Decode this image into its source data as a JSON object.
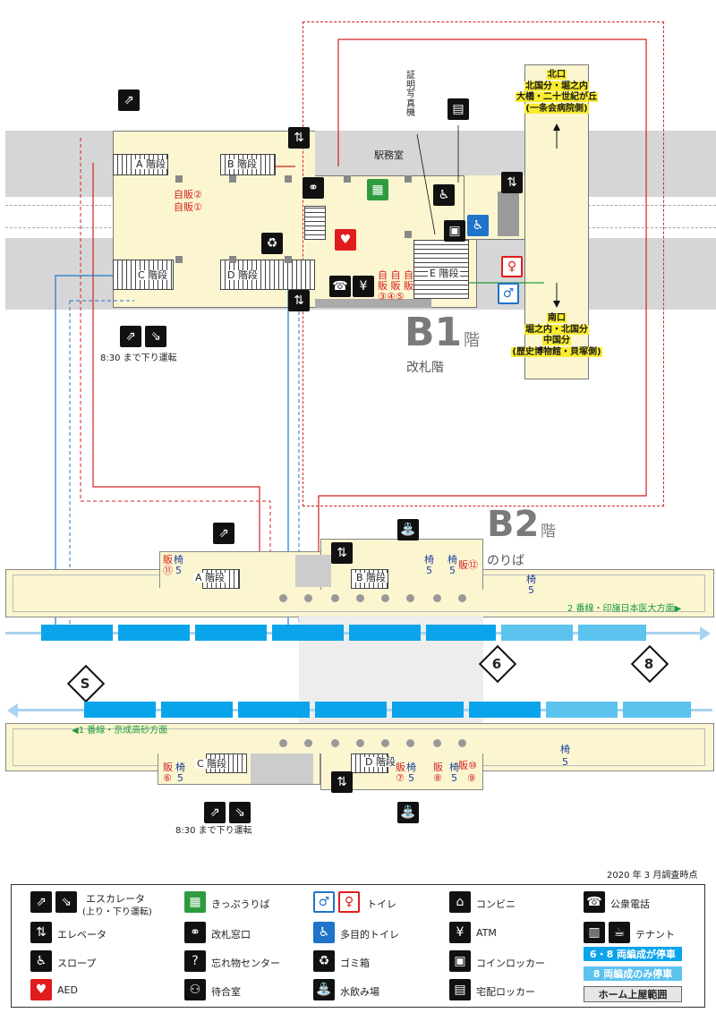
{
  "colors": {
    "concourse": "#fbf6d0",
    "track_band": "#d6d6d6",
    "car_6_8": "#0aa4ea",
    "car_8_only": "#5cc2ee",
    "red_route": "#d42020",
    "blue_route": "#1f78c8",
    "green": "#1c9b3c"
  },
  "b1": {
    "floor_num": "B1",
    "floor_unit": "階",
    "floor_name": "改札階",
    "stairs": {
      "a": "A 階段",
      "b": "B 階段",
      "c": "C 階段",
      "d": "D 階段",
      "e": "E 階段"
    },
    "ekimushitsu": "駅務室",
    "photo_booth": "証明写真機",
    "vend_1_2": [
      "自販②",
      "自販①"
    ],
    "vend_345_top": "自 自 自",
    "vend_345_mid": "販 販 販",
    "vend_345_num": "③④⑤",
    "escalator_note": "8:30 まで下り運転",
    "north_exit": {
      "title": "北口",
      "lines": [
        "北国分・堀之内",
        "大橋・二十世紀が丘",
        "(一条会病院側)"
      ]
    },
    "south_exit": {
      "title": "南口",
      "lines": [
        "堀之内・北国分",
        "中国分",
        "(歴史博物館・貝塚側)"
      ]
    }
  },
  "b2": {
    "floor_num": "B2",
    "floor_unit": "階",
    "floor_name": "のりば",
    "stair_a": "A 階段",
    "stair_b": "B 階段",
    "stair_c": "C 階段",
    "stair_d": "D 階段",
    "line2_label": "2 番線・印旛日本医大方面▶",
    "line1_label": "◀1 番線・京成高砂方面",
    "escalator_note": "8:30 まで下り運転",
    "platform_top": {
      "han11": "販",
      "han11n": "⑪",
      "isu1": "椅",
      "isu1n": "5",
      "isu2": "椅",
      "isu2n": "5",
      "isu3": "椅",
      "isu3n": "5",
      "han12": "販⑫",
      "isu4": "椅",
      "isu4n": "5"
    },
    "platform_bottom": {
      "han6": "販",
      "han6n": "⑥",
      "isuA": "椅",
      "isuAn": "5",
      "han7": "販",
      "han7n": "⑦",
      "isuB": "椅",
      "isuBn": "5",
      "han8": "販",
      "han8n": "⑧",
      "isuC": "椅",
      "isuCn": "5",
      "han10": "販⑩",
      "han9": "⑨",
      "isuD": "椅",
      "isuDn": "5"
    },
    "stop_6": "6",
    "stop_8": "8",
    "stop_s": "S"
  },
  "legend": {
    "survey_date": "2020 年 3 月調査時点",
    "escalator": "エスカレータ",
    "escalator_sub": "(上り・下り運転)",
    "elevator": "エレベータ",
    "slope": "スロープ",
    "aed": "AED",
    "ticket": "きっぷうりば",
    "gate": "改札窓口",
    "lost": "忘れ物センター",
    "waiting": "待合室",
    "toilet": "トイレ",
    "mp_toilet": "多目的トイレ",
    "trash": "ゴミ箱",
    "water": "水飲み場",
    "conv": "コンビニ",
    "atm": "ATM",
    "coin_locker": "コインロッカー",
    "delivery_locker": "宅配ロッカー",
    "phone": "公衆電話",
    "tenant": "テナント",
    "bar_6_8": "6・8 両編成が停車",
    "bar_8": "8 両編成のみ停車",
    "bar_roof": "ホーム上屋範囲"
  }
}
